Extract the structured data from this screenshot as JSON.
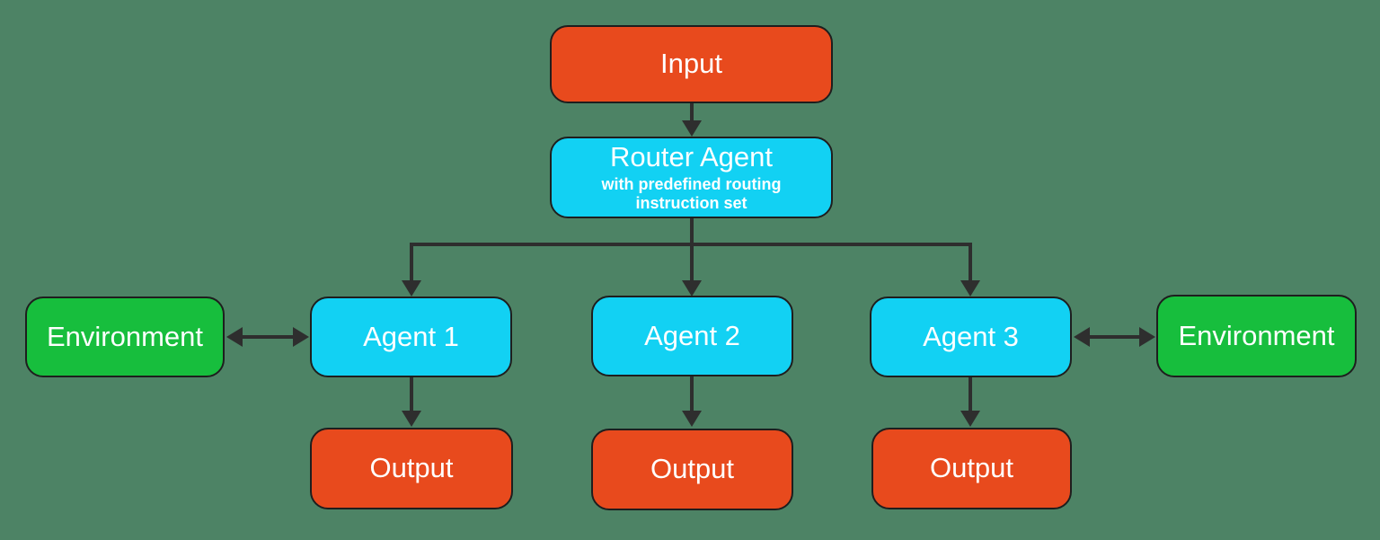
{
  "colors": {
    "background": "#4D8365",
    "input_output": "#E84A1D",
    "agent": "#12D1F3",
    "environment": "#17BE3D",
    "arrow": "#2E2E2E",
    "text": "#FFFFFF",
    "border": "#1E1E1E"
  },
  "diagram": {
    "input": {
      "label": "Input"
    },
    "router": {
      "title": "Router Agent",
      "subtitle": "with predefined routing instruction set"
    },
    "agents": [
      {
        "label": "Agent 1"
      },
      {
        "label": "Agent 2"
      },
      {
        "label": "Agent 3"
      }
    ],
    "outputs": [
      {
        "label": "Output"
      },
      {
        "label": "Output"
      },
      {
        "label": "Output"
      }
    ],
    "environments": [
      {
        "label": "Environment"
      },
      {
        "label": "Environment"
      }
    ]
  }
}
